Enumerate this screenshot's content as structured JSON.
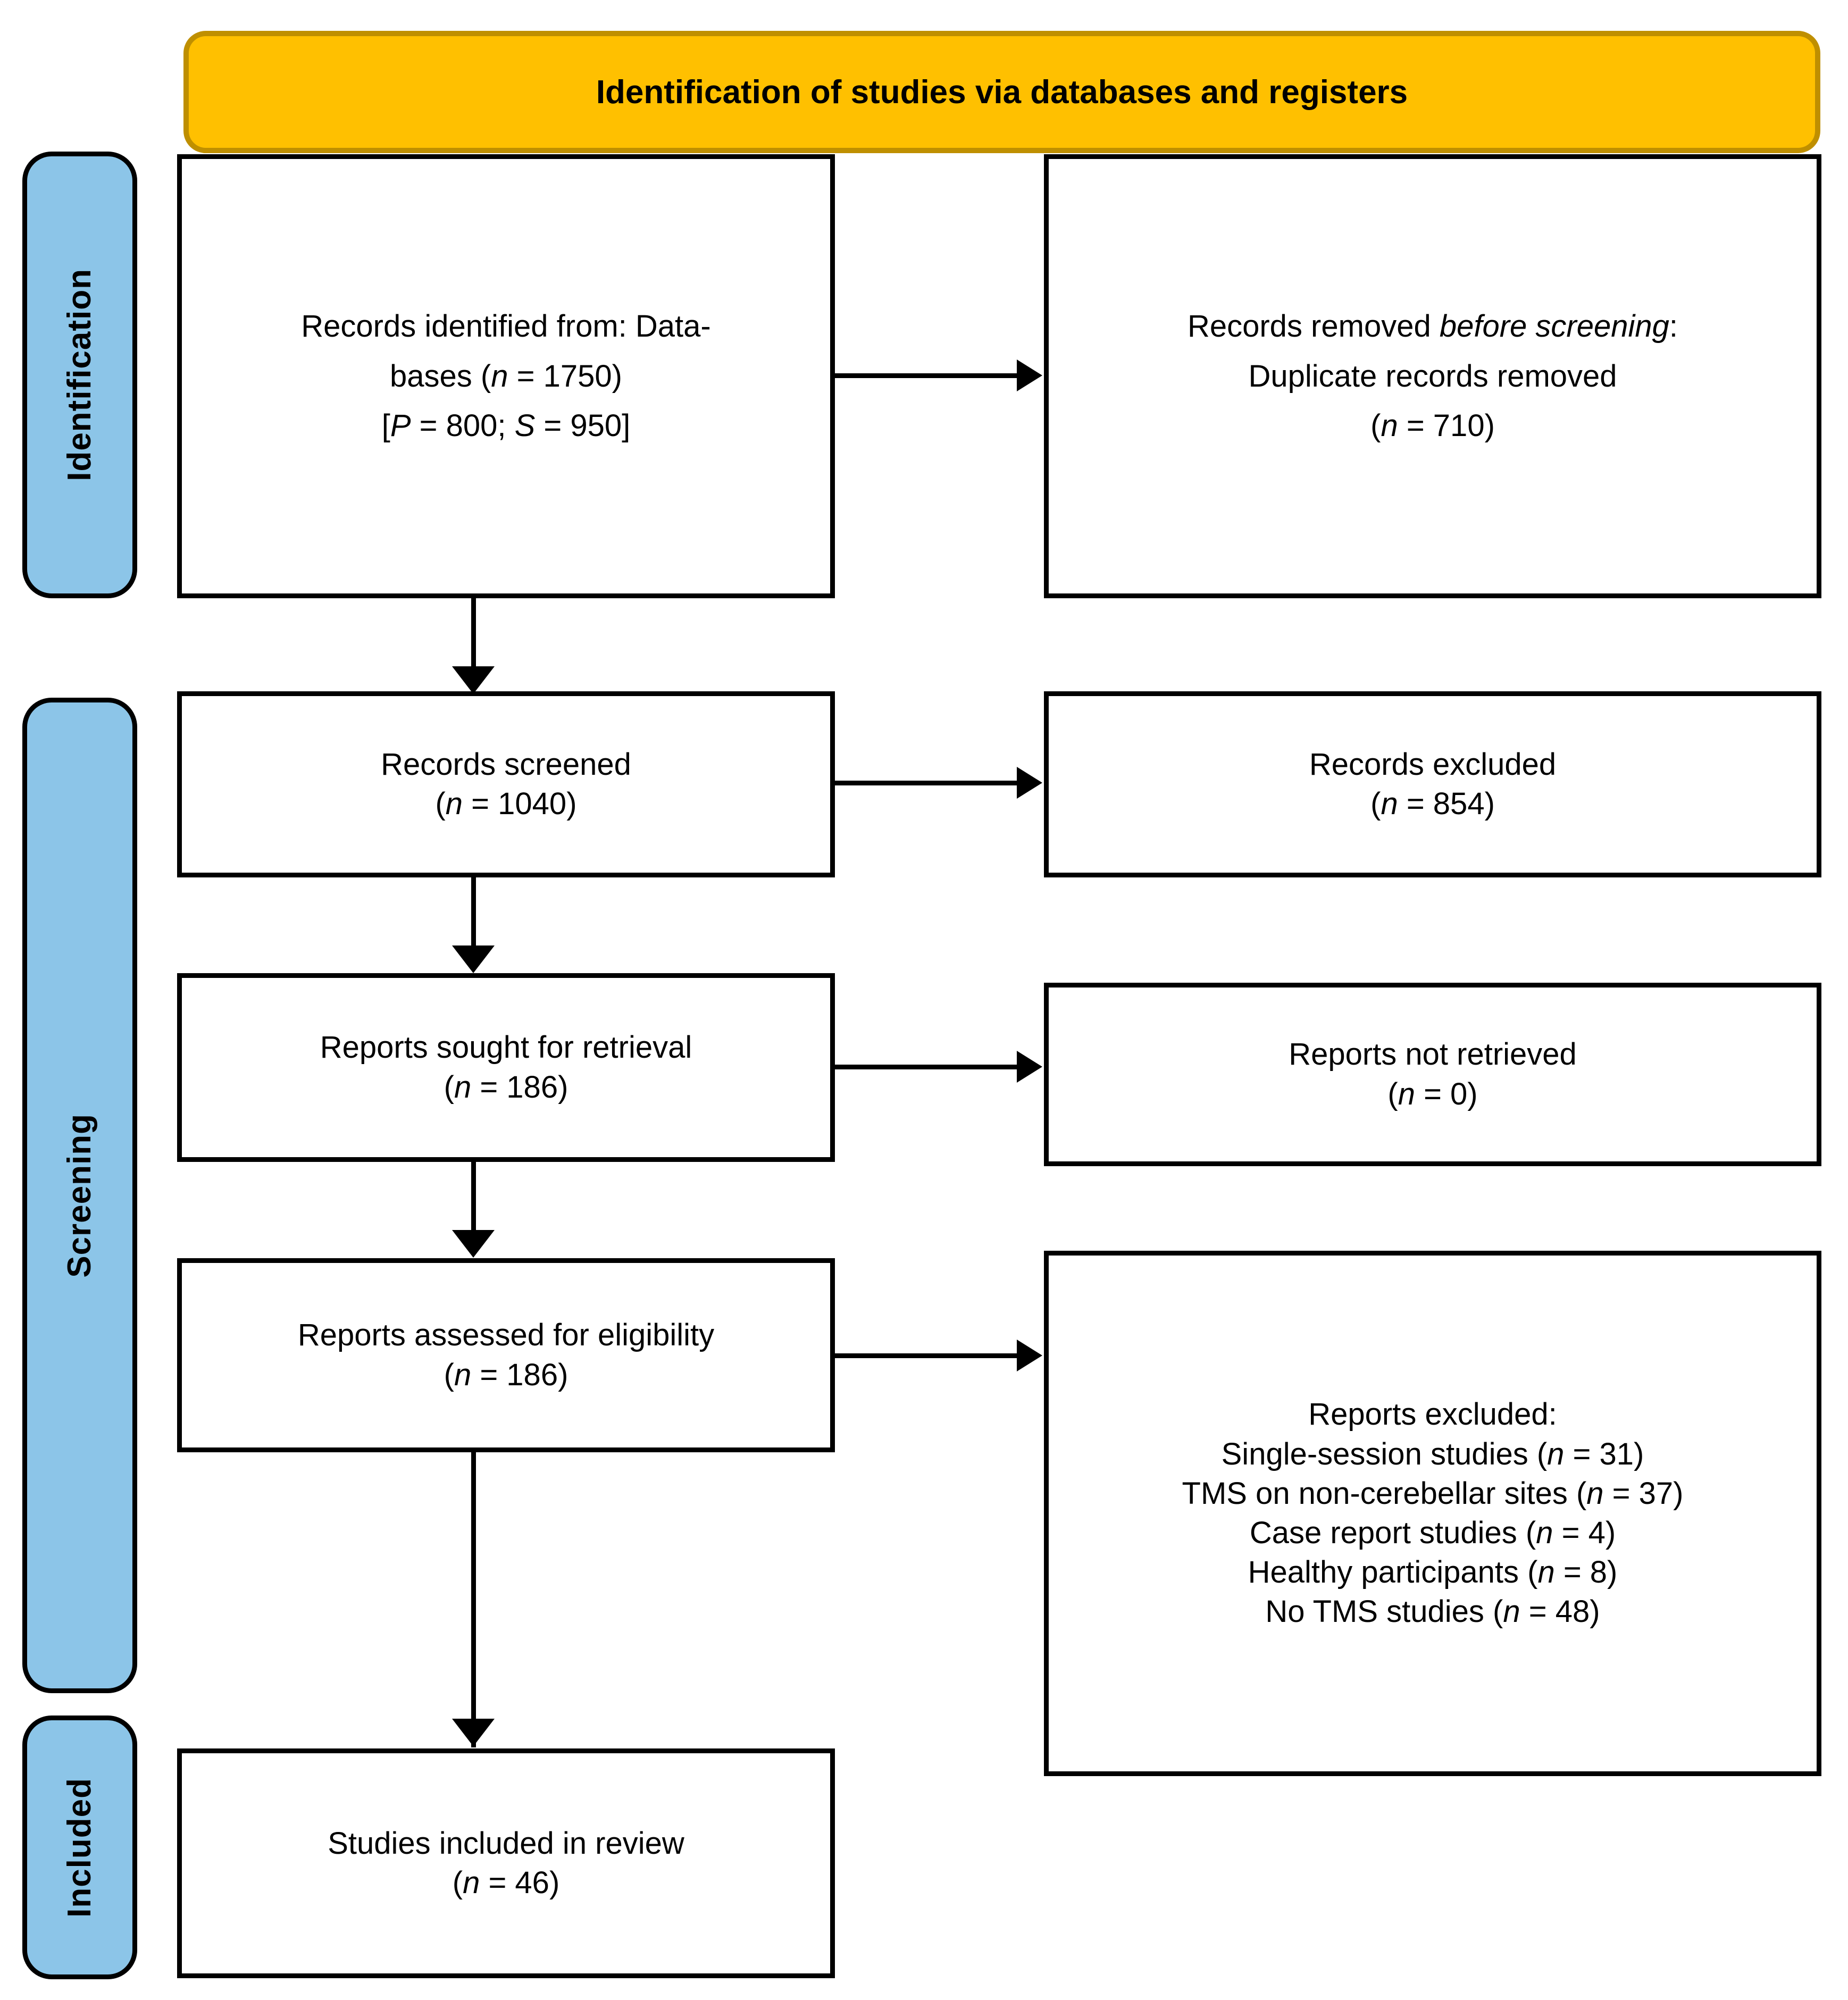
{
  "diagram": {
    "type": "prisma-flow-diagram",
    "banner": {
      "title": "Identification of studies via databases and registers",
      "fill_color": "#FFC000",
      "border_color": "#BF8F00"
    },
    "stages": [
      {
        "id": "identification",
        "label": "Identification",
        "fill_color": "#8CC5E8"
      },
      {
        "id": "screening",
        "label": "Screening",
        "fill_color": "#8CC5E8"
      },
      {
        "id": "included",
        "label": "Included",
        "fill_color": "#8CC5E8"
      }
    ],
    "boxes": {
      "records_identified": {
        "line1": "Records identified from: Data-",
        "line2_pre": "bases (",
        "line2_var": "n",
        "line2_post": " = 1750)",
        "line3_open": "[",
        "line3_var1": "P",
        "line3_mid": " = 800; ",
        "line3_var2": "S",
        "line3_post": " = 950]",
        "n": 1750,
        "P": 800,
        "S": 950
      },
      "records_removed": {
        "line1_pre": "Records removed ",
        "line1_em": "before screening",
        "line1_post": ":",
        "line2": "Duplicate records removed",
        "line3_pre": "(",
        "line3_var": "n",
        "line3_post": " = 710)",
        "n": 710
      },
      "records_screened": {
        "line1": "Records screened",
        "line2_pre": "(",
        "line2_var": "n",
        "line2_post": " = 1040)",
        "n": 1040
      },
      "records_excluded": {
        "line1": "Records excluded",
        "line2_pre": "(",
        "line2_var": "n",
        "line2_post": " = 854)",
        "n": 854
      },
      "reports_sought": {
        "line1": "Reports sought for retrieval",
        "line2_pre": "(",
        "line2_var": "n",
        "line2_post": " = 186)",
        "n": 186
      },
      "reports_not_retrieved": {
        "line1": "Reports not retrieved",
        "line2_pre": "(",
        "line2_var": "n",
        "line2_post": " = 0)",
        "n": 0
      },
      "reports_assessed": {
        "line1": "Reports assessed for eligibility",
        "line2_pre": "(",
        "line2_var": "n",
        "line2_post": " = 186)",
        "n": 186
      },
      "reports_excluded": {
        "heading": "Reports excluded:",
        "reasons": [
          {
            "label": "Single-session studies",
            "open": " (",
            "var": "n",
            "close": " = 31)",
            "n": 31
          },
          {
            "label": "TMS on non-cerebellar sites",
            "open": " (",
            "var": "n",
            "close": " = 37)",
            "n": 37
          },
          {
            "label": "Case report studies",
            "open": " (",
            "var": "n",
            "close": " = 4)",
            "n": 4
          },
          {
            "label": "Healthy participants",
            "open": " (",
            "var": "n",
            "close": " = 8)",
            "n": 8
          },
          {
            "label": "No TMS studies",
            "open": " (",
            "var": "n",
            "close": " = 48)",
            "n": 48
          }
        ]
      },
      "studies_included": {
        "line1": "Studies included in review",
        "line2_pre": "(",
        "line2_var": "n",
        "line2_post": " = 46)",
        "n": 46
      }
    }
  }
}
